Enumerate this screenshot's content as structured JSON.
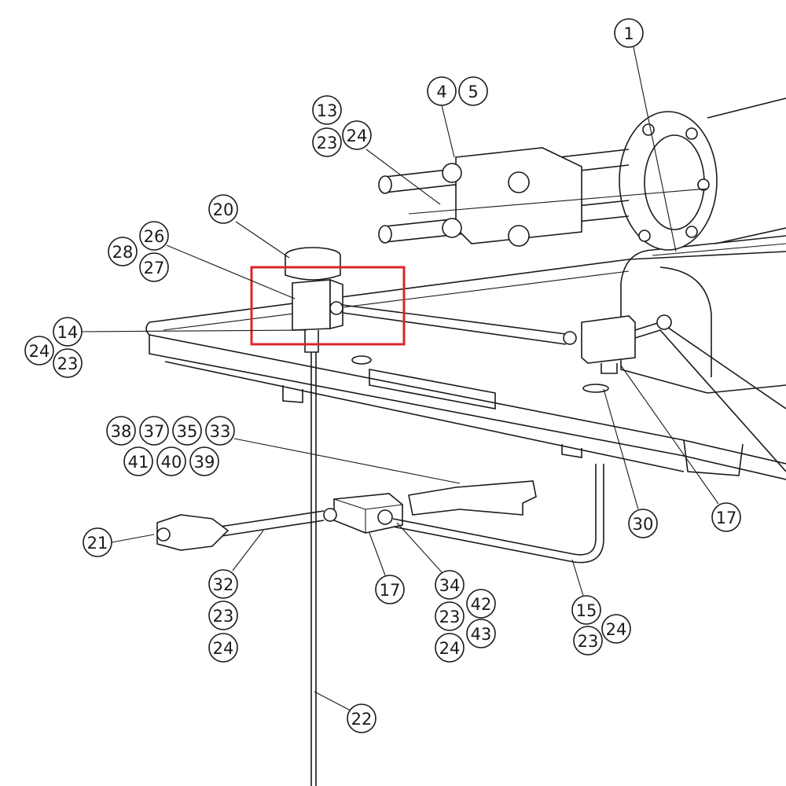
{
  "diagram": {
    "type": "exploded parts diagram",
    "highlight_color": "#d9262c",
    "balloons": [
      {
        "id": "b1",
        "label": "1"
      },
      {
        "id": "b4",
        "label": "4"
      },
      {
        "id": "b5",
        "label": "5"
      },
      {
        "id": "b13",
        "label": "13"
      },
      {
        "id": "b23a",
        "label": "23"
      },
      {
        "id": "b24a",
        "label": "24"
      },
      {
        "id": "b20",
        "label": "20"
      },
      {
        "id": "b26",
        "label": "26"
      },
      {
        "id": "b28",
        "label": "28"
      },
      {
        "id": "b27",
        "label": "27"
      },
      {
        "id": "b14",
        "label": "14"
      },
      {
        "id": "b24b",
        "label": "24"
      },
      {
        "id": "b23b",
        "label": "23"
      },
      {
        "id": "b38",
        "label": "38"
      },
      {
        "id": "b37",
        "label": "37"
      },
      {
        "id": "b35",
        "label": "35"
      },
      {
        "id": "b33",
        "label": "33"
      },
      {
        "id": "b41",
        "label": "41"
      },
      {
        "id": "b40",
        "label": "40"
      },
      {
        "id": "b39",
        "label": "39"
      },
      {
        "id": "b21",
        "label": "21"
      },
      {
        "id": "b32",
        "label": "32"
      },
      {
        "id": "b23c",
        "label": "23"
      },
      {
        "id": "b24c",
        "label": "24"
      },
      {
        "id": "b17a",
        "label": "17"
      },
      {
        "id": "b34",
        "label": "34"
      },
      {
        "id": "b42",
        "label": "42"
      },
      {
        "id": "b23d",
        "label": "23"
      },
      {
        "id": "b43",
        "label": "43"
      },
      {
        "id": "b24d",
        "label": "24"
      },
      {
        "id": "b15",
        "label": "15"
      },
      {
        "id": "b24e",
        "label": "24"
      },
      {
        "id": "b23e",
        "label": "23"
      },
      {
        "id": "b30",
        "label": "30"
      },
      {
        "id": "b17b",
        "label": "17"
      },
      {
        "id": "b22",
        "label": "22"
      }
    ]
  }
}
